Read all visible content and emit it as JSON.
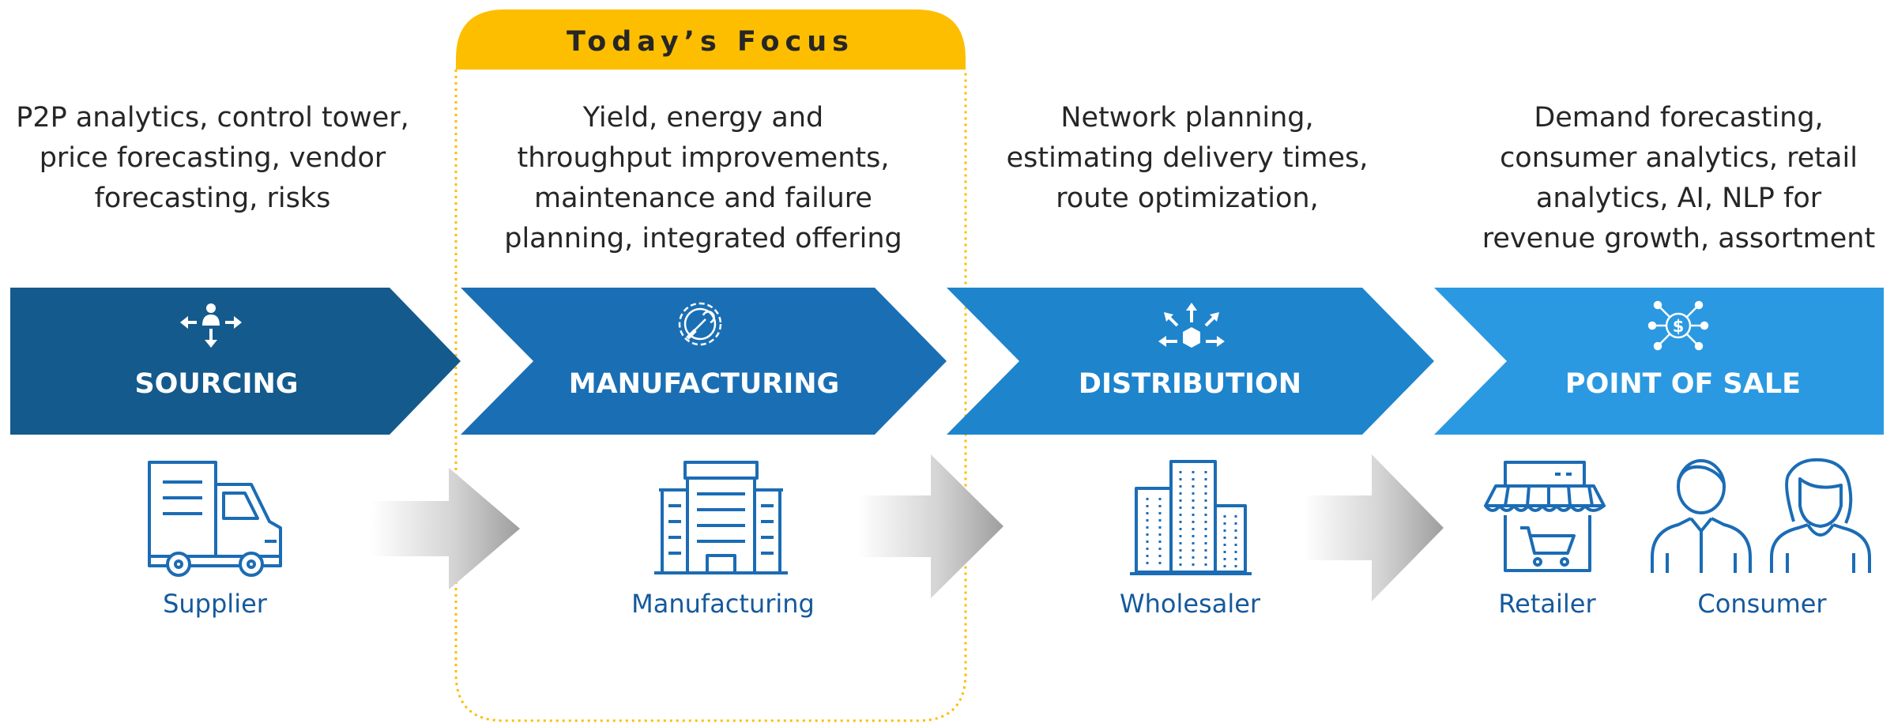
{
  "colors": {
    "focus_accent": "#FDBE00",
    "sourcing": "#145A8D",
    "manufacturing": "#1A6FB4",
    "distribution": "#1E84CC",
    "point_of_sale": "#2B99E1",
    "icon_blue": "#1B6CB5",
    "label_blue": "#15599C",
    "text": "#262626"
  },
  "focus": {
    "title": "Today’s Focus"
  },
  "stages": [
    {
      "name": "SOURCING",
      "icon": "org-arrows-icon",
      "description_lines": [
        "P2P analytics, control tower,",
        "price forecasting, vendor",
        "forecasting, risks"
      ]
    },
    {
      "name": "MANUFACTURING",
      "icon": "gear-wrench-icon",
      "description_lines": [
        "Yield, energy and",
        "throughput improvements,",
        "maintenance and failure",
        "planning, integrated offering"
      ]
    },
    {
      "name": "DISTRIBUTION",
      "icon": "box-distribution-icon",
      "description_lines": [
        "Network planning,",
        "estimating delivery times,",
        "route optimization,"
      ]
    },
    {
      "name": "POINT OF SALE",
      "icon": "dollar-network-icon",
      "description_lines": [
        "Demand forecasting,",
        "consumer analytics, retail",
        "analytics, AI, NLP for",
        "revenue growth, assortment"
      ]
    }
  ],
  "entities": [
    {
      "label": "Supplier",
      "icon": "delivery-truck-icon"
    },
    {
      "label": "Manufacturing",
      "icon": "factory-building-icon"
    },
    {
      "label": "Wholesaler",
      "icon": "skyscraper-icon"
    },
    {
      "label": "Retailer",
      "icon": "storefront-cart-icon"
    },
    {
      "label": "Consumer",
      "icon": "man-woman-icon"
    }
  ]
}
